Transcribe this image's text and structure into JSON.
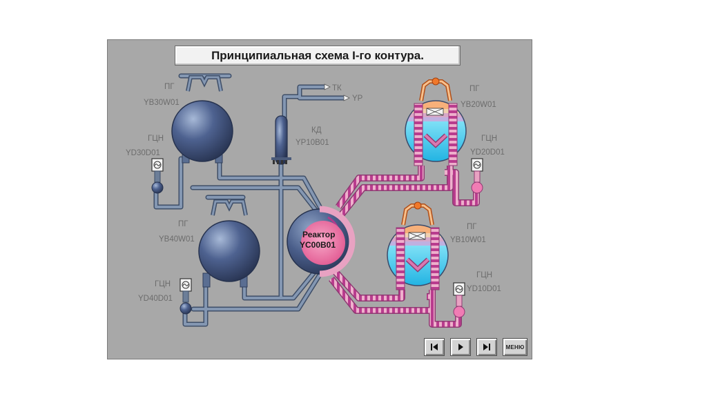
{
  "title": "Принципиальная схема I-го контура.",
  "labels": {
    "sg30_name": "ПГ",
    "sg30_code": "YB30W01",
    "pump30_name": "ГЦН",
    "pump30_code": "YD30D01",
    "sg40_name": "ПГ",
    "sg40_code": "YB40W01",
    "pump40_name": "ГЦН",
    "pump40_code": "YD40D01",
    "tk": "ТК",
    "yp": "YP",
    "kd_name": "КД",
    "kd_code": "YP10B01",
    "sg20_name": "ПГ",
    "sg20_code": "YB20W01",
    "pump20_name": "ГЦН",
    "pump20_code": "YD20D01",
    "sg10_name": "ПГ",
    "sg10_code": "YB10W01",
    "pump10_name": "ГЦН",
    "pump10_code": "YD10D01",
    "reactor_name": "Реактор",
    "reactor_code": "YC00B01"
  },
  "nav": {
    "menu_label": "МЕНЮ"
  },
  "colors": {
    "panel": "#a8a8a8",
    "inactive_pipe": "#6c7e98",
    "inactive_vessel": "#3c4e72",
    "active_pipe_pink": "#e8a2c2",
    "active_pipe_magenta": "#b03c8c",
    "reactor_core": "#f06aa0",
    "sg_water": "#39c8ee",
    "sg_steam": "#f7b07a",
    "handle_orange": "#f0782a"
  }
}
